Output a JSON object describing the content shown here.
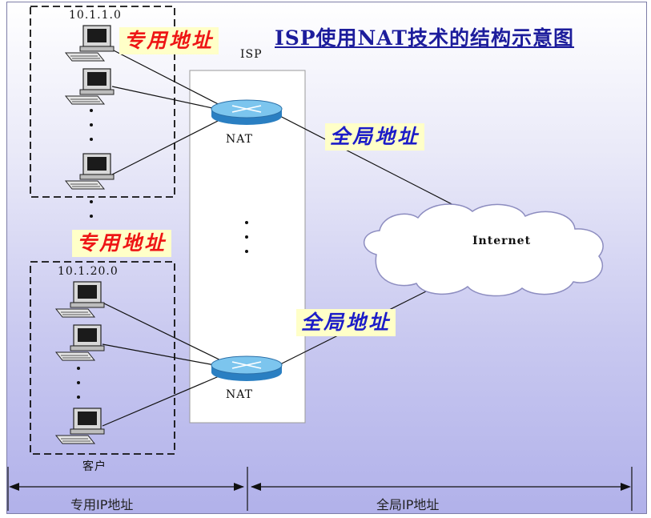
{
  "title": "ISP使用NAT技术的结构示意图",
  "clients": {
    "group1_network": "10.1.1.0",
    "group2_network": "10.1.20.0",
    "label": "客户"
  },
  "isp": {
    "label": "ISP"
  },
  "nat": [
    {
      "label": "NAT"
    },
    {
      "label": "NAT"
    }
  ],
  "internet": {
    "label": "Internet"
  },
  "badges": {
    "private_1": "专用地址",
    "private_2": "专用地址",
    "global_1": "全局地址",
    "global_2": "全局地址"
  },
  "bottom": {
    "private_range": "专用IP地址",
    "global_range": "全局IP地址"
  },
  "colors": {
    "private_text": "#ee1515",
    "global_text": "#1c1cc8",
    "badge_bg": "#ffffc8",
    "title": "#1d1d9c",
    "router": "#2a7fc2"
  },
  "icons": [
    "computer-icon",
    "nat-router-icon",
    "internet-cloud-icon"
  ]
}
